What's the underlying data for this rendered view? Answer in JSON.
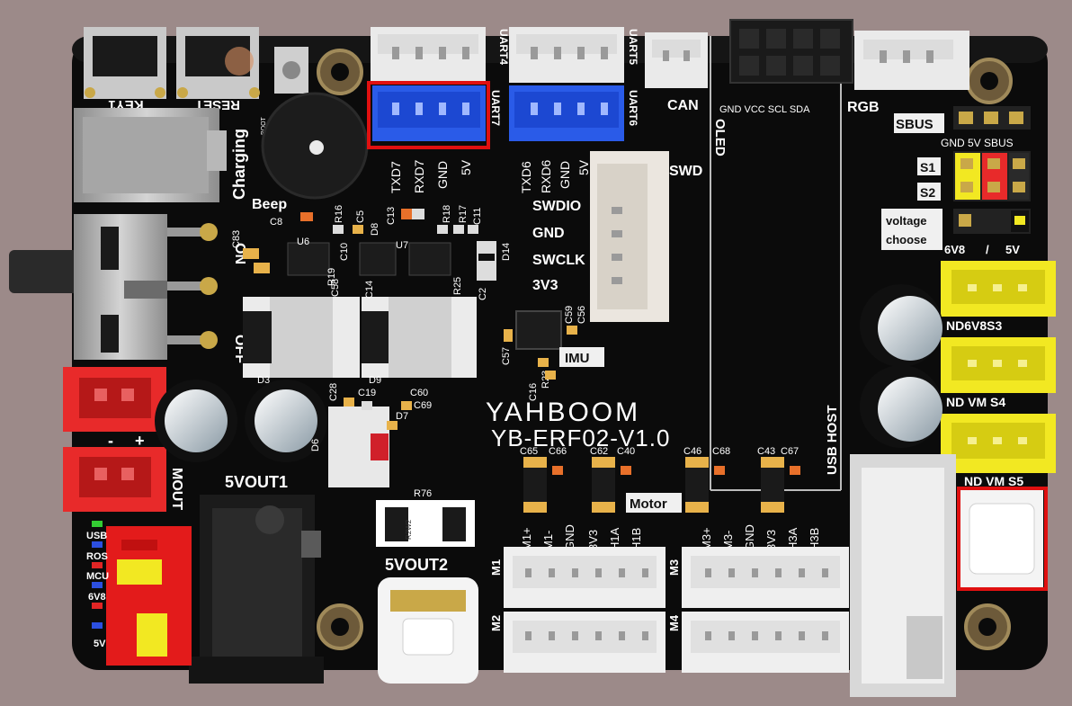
{
  "brand": {
    "logo": "YAHBOOM",
    "model": "YB-ERF02-V1.0"
  },
  "buttons": {
    "key1": "KEY1",
    "reset": "RESET",
    "boot": "BOOT"
  },
  "labels": {
    "charging": "Charging",
    "beep": "Beep",
    "on": "ON",
    "off": "OFF",
    "mout": "MOUT",
    "vout1": "5VOUT1",
    "vout2": "5VOUT2",
    "uart4": "UART4",
    "uart5": "UART5",
    "uart7": "UART7",
    "uart6": "UART6",
    "can": "CAN",
    "oled": "OLED",
    "swd": "SWD",
    "imu": "IMU",
    "rgb": "RGB",
    "sbus": "SBUS",
    "s1": "S1",
    "s2": "S2",
    "voltage": "voltage",
    "choose": "choose",
    "v6v8": "6V8",
    "slash": "/",
    "v5v": "5V",
    "usb_host": "USB HOST",
    "motor": "Motor",
    "m1": "M1",
    "m2": "M2",
    "m3": "M3",
    "m4": "M4",
    "plus": "+",
    "minus": "-",
    "r76": "R76",
    "r2w2": "R2W2",
    "s3_pins": "ND6V8S3",
    "s4_pins": "ND VM S4",
    "s5_pins": "ND VM S5",
    "sbus_pins": "GND 5V SBUS",
    "oled_pins": "GND VCC SCL SDA"
  },
  "uart7_pins": [
    "TXD7",
    "RXD7",
    "GND",
    "5V"
  ],
  "uart6_pins": [
    "TXD6",
    "RXD6",
    "GND",
    "5V"
  ],
  "swd_pins": [
    "SWDIO",
    "GND",
    "SWCLK",
    "3V3"
  ],
  "motor_left_pins": [
    "M1+",
    "M1-",
    "GND",
    "3V3",
    "H1A",
    "H1B"
  ],
  "motor_right_pins": [
    "M3+",
    "M3-",
    "GND",
    "3V3",
    "H3A",
    "H3B"
  ],
  "leds": [
    "USB",
    "ROS",
    "MCU",
    "6V8",
    "5V"
  ],
  "components": {
    "c8": "C8",
    "c83": "C83",
    "u6": "U6",
    "r16": "R16",
    "c5": "C5",
    "c13": "C13",
    "r18": "R18",
    "r17": "R17",
    "c11": "C11",
    "d14": "D14",
    "u7": "U7",
    "d3": "D3",
    "d9": "D9",
    "c28": "C28",
    "c19": "C19",
    "c60": "C60",
    "c69": "C69",
    "d7": "D7",
    "d6": "D6",
    "c59": "C59",
    "c56": "C56",
    "c57": "C57",
    "r23": "R23",
    "c16": "C16",
    "c65": "C65",
    "c66": "C66",
    "c62": "C62",
    "c40": "C40",
    "c46": "C46",
    "c68": "C68",
    "c43": "C43",
    "c67": "C67",
    "r19": "R19",
    "c10": "C10",
    "c58": "C58",
    "r25": "R25",
    "c14": "C14",
    "d8": "D8",
    "c2": "C2"
  },
  "highlight_color": "#e01010"
}
